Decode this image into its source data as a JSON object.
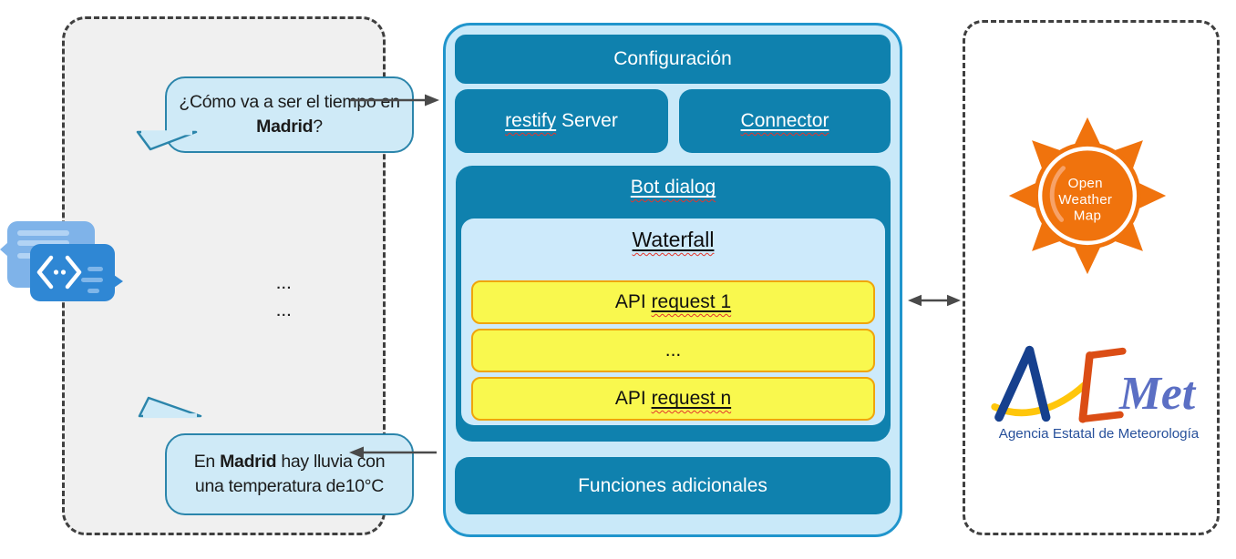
{
  "left_panel": {
    "user_bubble": {
      "text_pre": "¿Cómo va a ser el tiempo en",
      "text_bold": "Madrid",
      "text_post": "?"
    },
    "dots_top": "...",
    "dots_bottom": "...",
    "bot_bubble": {
      "text_pre": "En ",
      "text_bold": "Madrid",
      "text_post": " hay lluvia con",
      "text_line2": "una temperatura de10°C"
    }
  },
  "center_panel": {
    "configuration_label": "Configuración",
    "restify_underlined": "restify",
    "restify_plain": " Server",
    "connector_label": "Connector",
    "bot_dialog_label": "Bot dialog",
    "waterfall_label": "Waterfall",
    "api_request_1_plain": "API ",
    "api_request_1_underlined": "request 1",
    "api_request_dots": "...",
    "api_request_n_plain": "API ",
    "api_request_n_underlined": "request n",
    "additional_functions_label": "Funciones adicionales"
  },
  "right_panel": {
    "openweathermap": {
      "line1": "Open",
      "line2": "Weather",
      "line3": "Map"
    },
    "aemet": {
      "wordmark": "AEMet",
      "wordmark_met": "Met",
      "tagline": "Agencia Estatal de Meteorología"
    }
  },
  "icons": {
    "bot_chat_icon": "overlapping-chat-bubbles-with-code-glyph",
    "openweathermap_logo": "orange-sun-badge",
    "aemet_logo": "aemet-hand-drawn-wordmark"
  },
  "colors": {
    "teal": "#0F81AE",
    "center_panel_bg": "#C9E9F9",
    "center_panel_border": "#2095CC",
    "waterfall_bg": "#CDEAFB",
    "api_box_bg": "#F9F84E",
    "api_box_border": "#F0A50A",
    "bubble_bg": "#CFEAF7",
    "bubble_border": "#2B85AB",
    "left_panel_bg": "#F0F0F0",
    "dashed_border": "#3F3F3F",
    "arrow": "#4A4A4A",
    "owm_orange": "#F0730D",
    "aemet_navy": "#16408E",
    "aemet_orange": "#DB4D15",
    "aemet_yellow": "#FFC60B",
    "aemet_blue": "#5B6FC4",
    "tagline_blue": "#27509B",
    "spellcheck_red": "#E3362C"
  }
}
